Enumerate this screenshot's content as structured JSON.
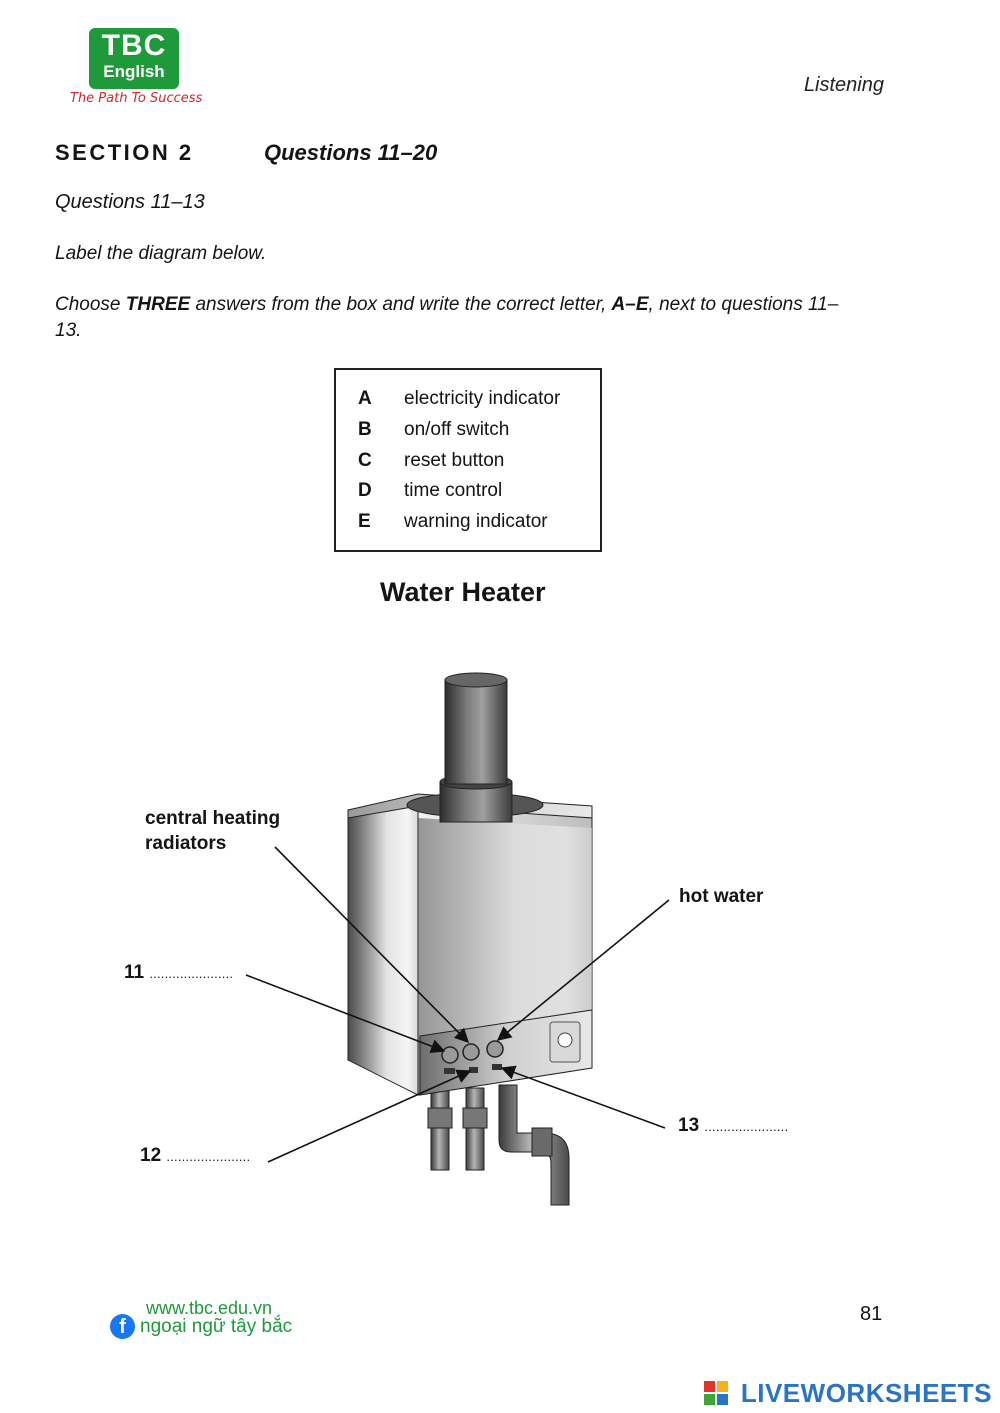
{
  "logo": {
    "brand": "TBC",
    "sub": "English",
    "tagline": "The Path To Success"
  },
  "running_head": "Listening",
  "section": {
    "label": "SECTION 2",
    "questions": "Questions 11–20"
  },
  "subsection": "Questions 11–13",
  "instructions": {
    "line1": "Label the diagram below.",
    "line2_pre": "Choose ",
    "line2_bold1": "THREE",
    "line2_mid": " answers from the box and write the correct letter, ",
    "line2_bold2": "A–E",
    "line2_post": ", next to questions 11–13."
  },
  "options": [
    {
      "letter": "A",
      "text": "electricity indicator"
    },
    {
      "letter": "B",
      "text": "on/off switch"
    },
    {
      "letter": "C",
      "text": "reset button"
    },
    {
      "letter": "D",
      "text": "time control"
    },
    {
      "letter": "E",
      "text": "warning indicator"
    }
  ],
  "diagram": {
    "title": "Water Heater",
    "label_central_1": "central heating",
    "label_central_2": "radiators",
    "label_hot_water": "hot water",
    "q11": "11",
    "q12": "12",
    "q13": "13",
    "blank": "......................"
  },
  "footer": {
    "url": "www.tbc.edu.vn",
    "facebook_icon": "facebook-icon",
    "facebook_text": "ngoại ngữ tây bắc",
    "page_number": "81"
  },
  "watermark": "LIVEWORKSHEETS",
  "colors": {
    "brand_green": "#1f9a3a",
    "tagline_red": "#d2262c",
    "watermark_blue": "#2a74c8"
  }
}
